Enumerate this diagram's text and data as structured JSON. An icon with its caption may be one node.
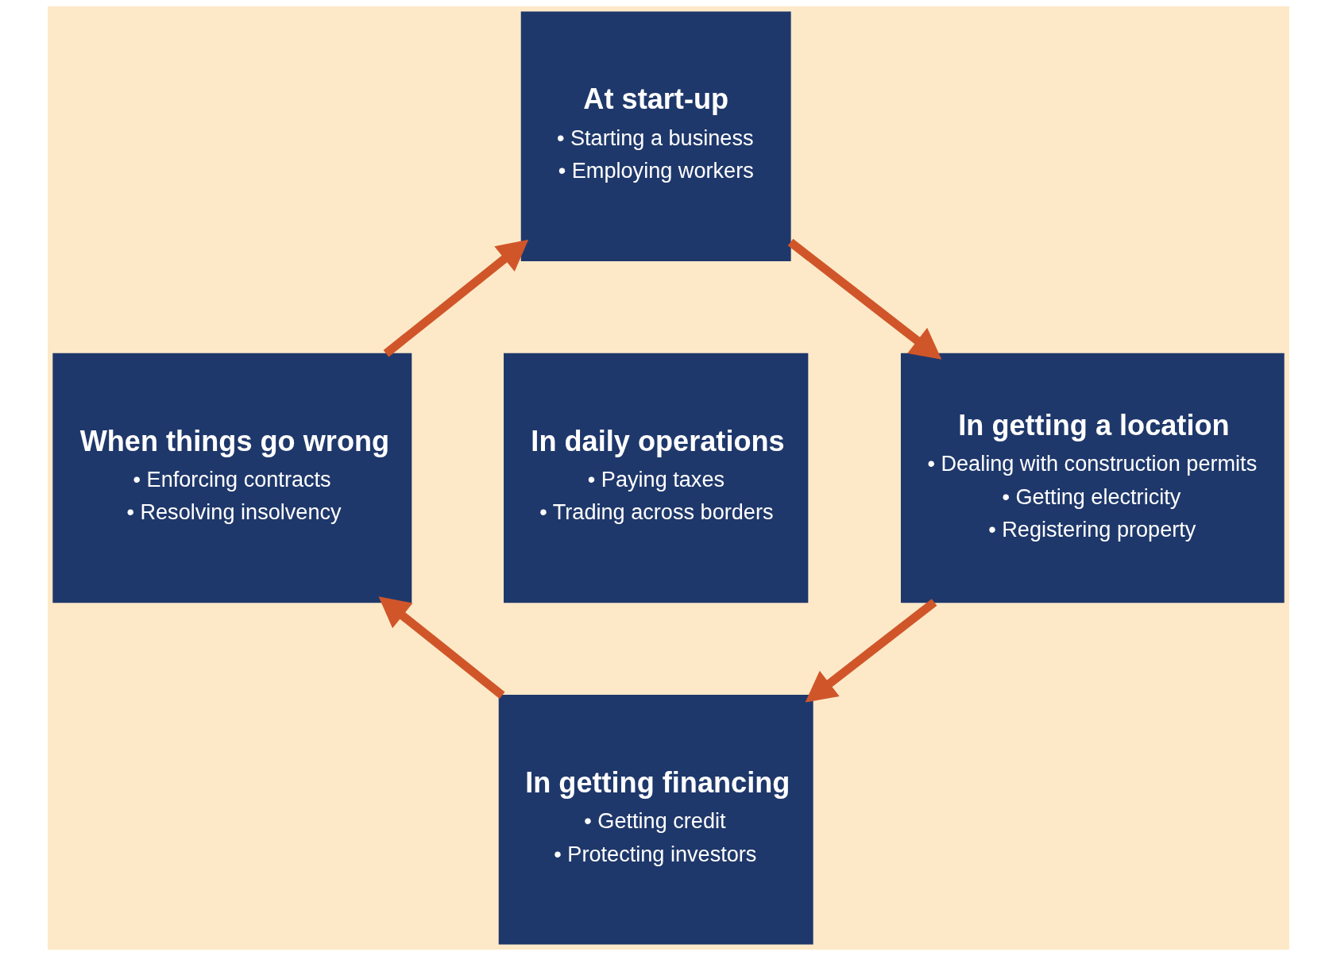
{
  "diagram": {
    "nodes": [
      {
        "text": [
          "At start-up",
          "• Starting a business",
          "• Employing workers"
        ]
      },
      {
        "text": [
          "When things go wrong",
          "• Enforcing contracts",
          "• Resolving insolvency"
        ]
      },
      {
        "text": [
          "In daily operations",
          "• Paying taxes",
          "• Trading across borders"
        ]
      },
      {
        "text": [
          "In getting a location",
          "• Dealing with construction permits",
          "• Getting electricity",
          "• Registering property"
        ]
      },
      {
        "text": [
          "In getting financing",
          "• Getting credit",
          "• Protecting investors"
        ]
      }
    ],
    "edges": [
      {
        "from": 0,
        "to": 3,
        "arrow": "to"
      },
      {
        "from": 3,
        "to": 4,
        "arrow": "to"
      },
      {
        "from": 4,
        "to": 1,
        "arrow": "to"
      },
      {
        "from": 1,
        "to": 0,
        "arrow": "to"
      }
    ]
  }
}
